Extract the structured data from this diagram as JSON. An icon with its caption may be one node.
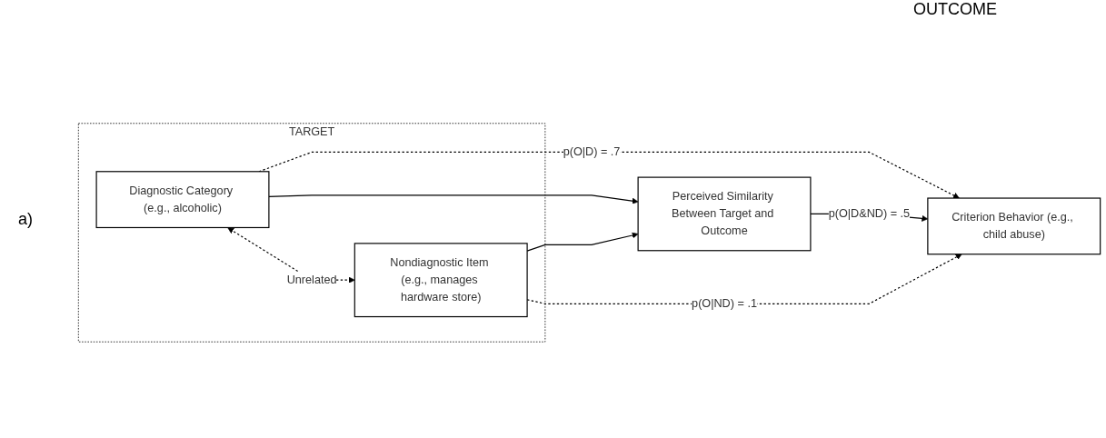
{
  "diagram": {
    "nodes": [
      {
        "text": [
          "TARGET"
        ]
      },
      {
        "text": [
          "Diagnostic Category (e.g., alcoholic)"
        ],
        "in": 0
      },
      {
        "text": [
          "Nondiagnostic Item (e.g., manages hardware store)"
        ],
        "in": 0
      },
      {
        "text": [
          "Perceived Similarity Between Target and Outcome"
        ]
      },
      {
        "text": [
          "Criterion Behavior (e.g., child abuse)"
        ]
      }
    ],
    "edges": [
      {
        "from": 1,
        "to": 4,
        "arrow": "to",
        "label": "p(O|D) = .7",
        "style": "dashed"
      },
      {
        "from": 1,
        "to": 2,
        "arrow": "both",
        "label": "Unrelated",
        "style": "dashed"
      },
      {
        "from": 1,
        "to": 3,
        "arrow": "to"
      },
      {
        "from": 2,
        "to": 3,
        "arrow": "to"
      },
      {
        "from": 3,
        "to": 4,
        "arrow": "to",
        "label": "p(O|D&ND) = .5"
      },
      {
        "from": 2,
        "to": 4,
        "arrow": "to",
        "label": "p(O|ND) = .1",
        "style": "dashed"
      }
    ],
    "labels": [
      "a)",
      "OUTCOME"
    ]
  }
}
